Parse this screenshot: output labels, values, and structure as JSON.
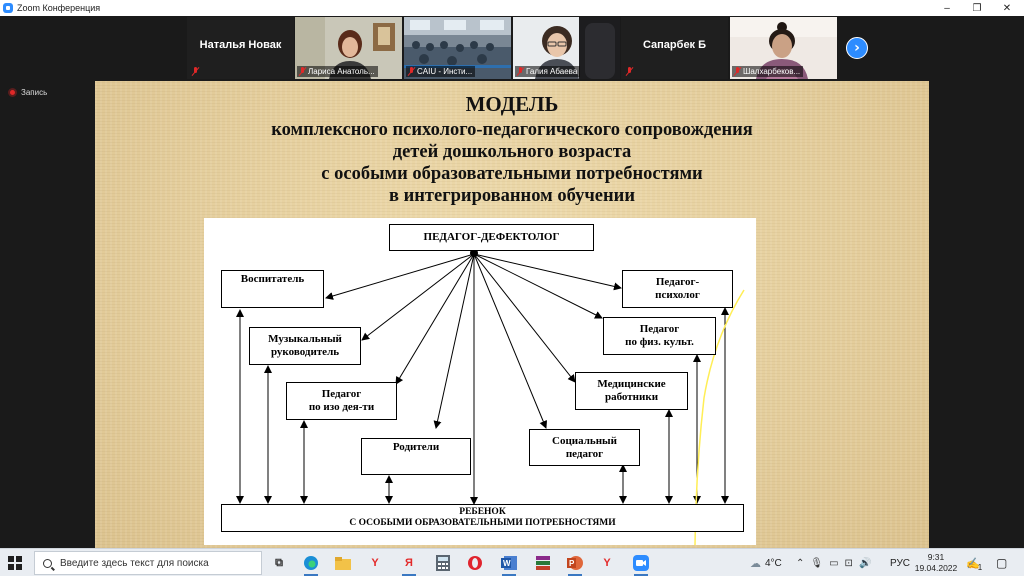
{
  "window": {
    "title": "Zoom Конференция",
    "controls": [
      "–",
      "❐",
      "✕"
    ]
  },
  "participants": [
    {
      "name": "Наталья Новак",
      "video": false
    },
    {
      "name": "Лариса Анатоль...",
      "video": true
    },
    {
      "name": "CAIU - Инсти...",
      "video": true
    },
    {
      "name": "Галия Абаева",
      "video": true
    },
    {
      "name": "Сапарбек Б",
      "video": false
    },
    {
      "name": "Шалхарбеков...",
      "video": true
    }
  ],
  "next_page_icon": "chevron-right-icon",
  "recording": {
    "label": "Запись"
  },
  "slide": {
    "title_lines": [
      "МОДЕЛЬ",
      "комплексного психолого-педагогического сопровождения",
      "детей дошкольного возраста",
      "с особыми образовательными потребностями",
      "в интегрированном обучении"
    ],
    "diagram": {
      "center": "ПЕДАГОГ-ДЕФЕКТОЛОГ",
      "nodes": {
        "vospitatel": "Воспитатель",
        "muz_1": "Музыкальный",
        "muz_2": "руководитель",
        "izo_1": "Педагог",
        "izo_2": "по изо дея-ти",
        "roditeli": "Родители",
        "soc_1": "Социальный",
        "soc_2": "педагог",
        "med_1": "Медицинские",
        "med_2": "работники",
        "fiz_1": "Педагог",
        "fiz_2": "по физ. культ.",
        "psy_1": "Педагог-",
        "psy_2": "психолог"
      },
      "bottom_1": "РЕБЕНОК",
      "bottom_2": "С ОСОБЫМИ ОБРАЗОВАТЕЛЬНЫМИ ПОТРЕБНОСТЯМИ"
    }
  },
  "taskbar": {
    "search_placeholder": "Введите здесь текст для поиска",
    "apps": [
      "task-view",
      "edge",
      "explorer",
      "yandex",
      "yandex-browser",
      "calculator",
      "opera",
      "word",
      "winrar",
      "powerpoint",
      "yandex-2",
      "zoom"
    ],
    "weather": "4°C",
    "language": "РУС",
    "time": "9:31",
    "date": "19.04.2022",
    "notification_count": "1"
  },
  "colors": {
    "zoom_blue": "#2d8cff",
    "mute_red": "#e02828",
    "slide_bg": "#e8d2a1"
  }
}
